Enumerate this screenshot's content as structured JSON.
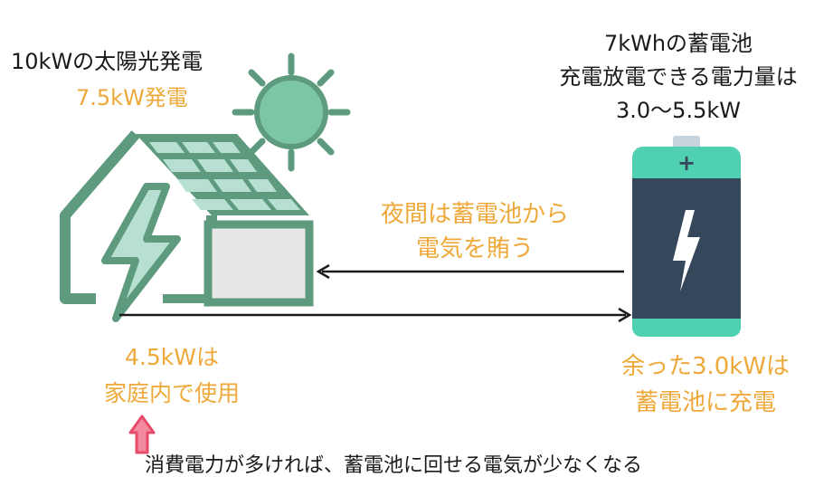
{
  "house": {
    "capacity_label": "10kWの太陽光発電",
    "generation_label": "7.5kW発電"
  },
  "battery": {
    "title_lines": [
      "7kWhの蓄電池",
      "充電放電できる電力量は",
      "3.0〜5.5kW"
    ],
    "plus_sign": "+"
  },
  "night_flow": {
    "lines": [
      "夜間は蓄電池から",
      "電気を賄う"
    ]
  },
  "home_use": {
    "lines": [
      "4.5kWは",
      "家庭内で使用"
    ]
  },
  "surplus": {
    "lines": [
      "余った3.0kWは",
      "蓄電池に充電"
    ]
  },
  "footer_note": "消費電力が多ければ、蓄電池に回せる電気が少なくなる",
  "colors": {
    "house_green": "#5e9b7e",
    "solar_panel": "#b8e0d2",
    "sun": "#7cc5a5",
    "battery_body": "#35475a",
    "battery_cap": "#4fd0b1",
    "accent_orange": "#eea93a",
    "arrow_red": "#e84a6a"
  },
  "icons": [
    "sun-icon",
    "house-icon",
    "lightning-icon",
    "battery-icon",
    "up-arrow-icon"
  ]
}
